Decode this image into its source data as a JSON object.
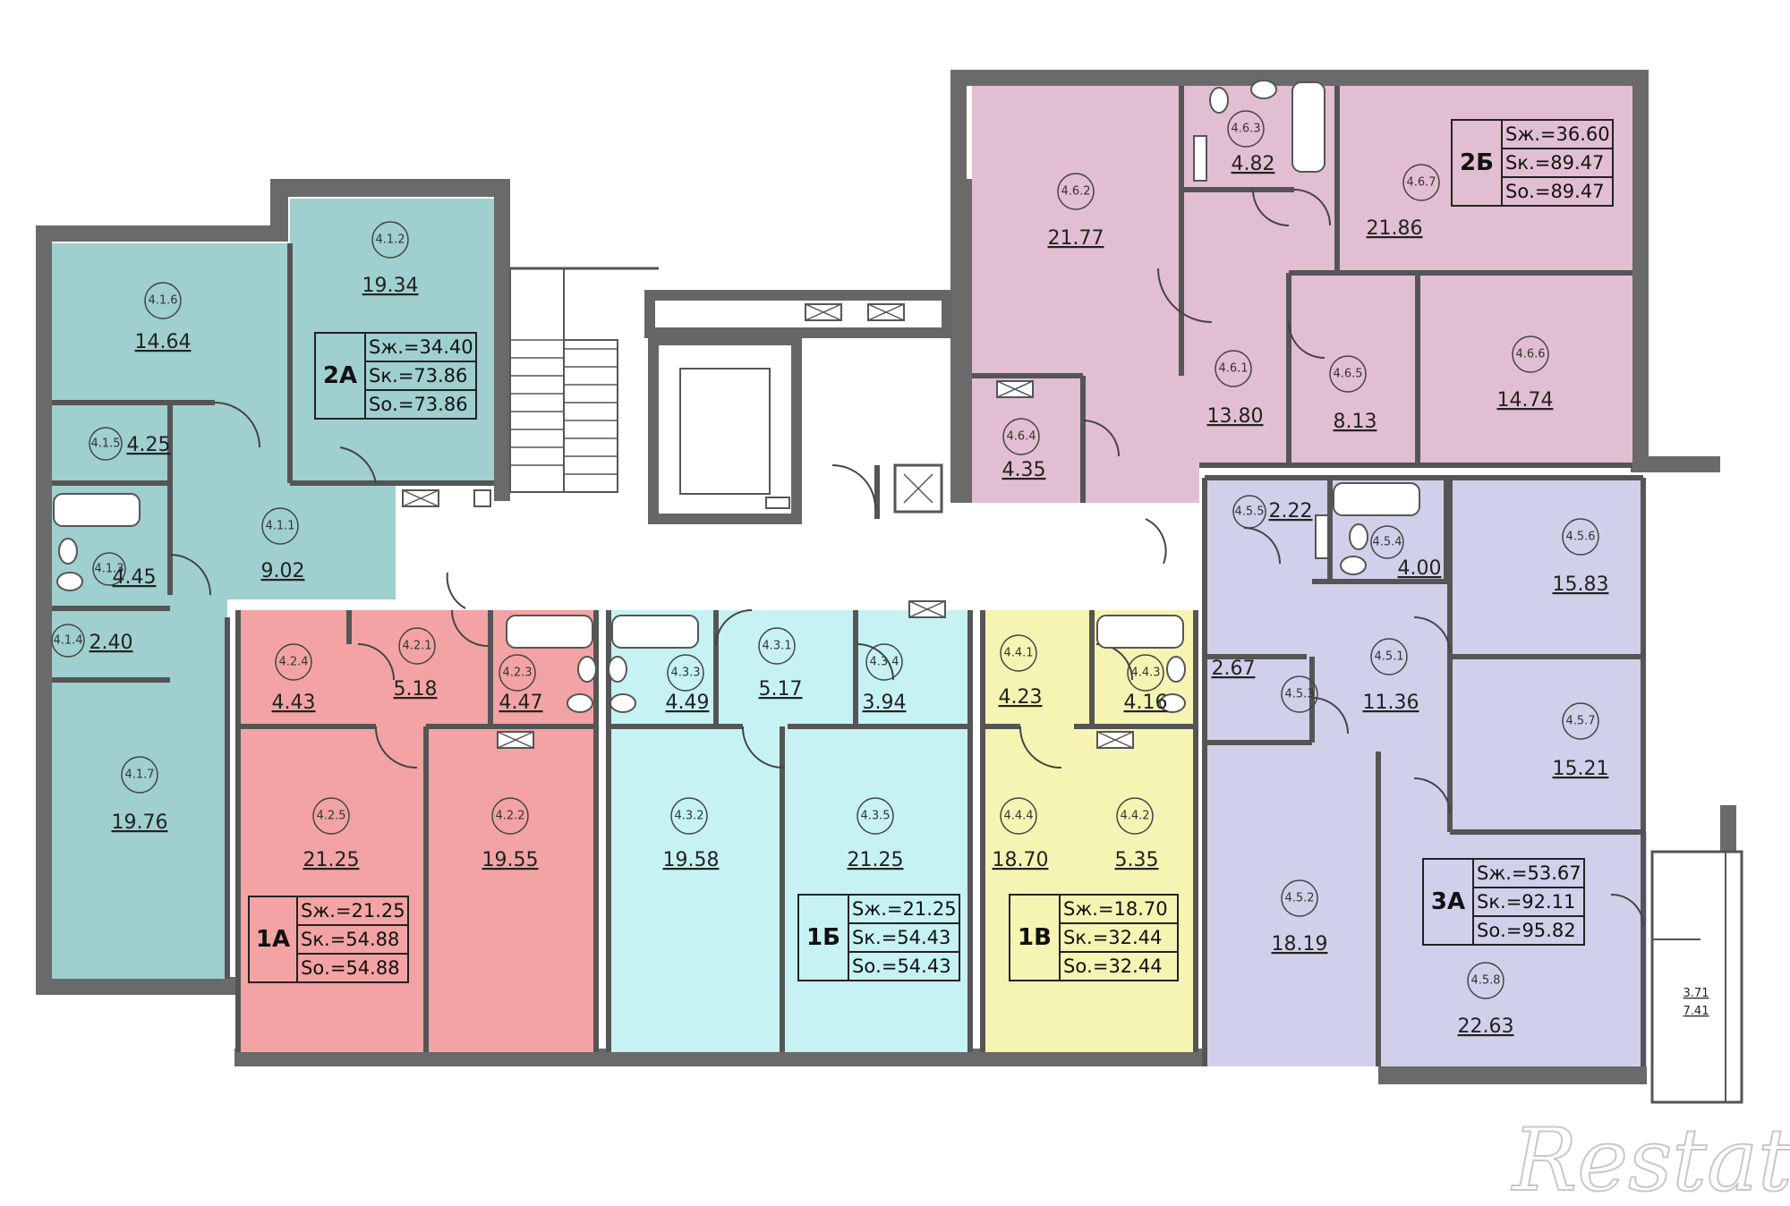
{
  "colors": {
    "apt_2A": "#9fcfcf",
    "apt_2B": "#e2bed3",
    "apt_1A": "#f3a3a3",
    "apt_1B": "#c6f2f4",
    "apt_1V": "#f6f4b2",
    "apt_3A": "#d1d0ea",
    "wall": "#555555"
  },
  "apartments": {
    "a2A": {
      "code": "2А",
      "sz": "Sж.=34.40",
      "sk": "Sк.=73.86",
      "so": "Sо.=73.86"
    },
    "a2B": {
      "code": "2Б",
      "sz": "Sж.=36.60",
      "sk": "Sк.=89.47",
      "so": "Sо.=89.47"
    },
    "a1A": {
      "code": "1А",
      "sz": "Sж.=21.25",
      "sk": "Sк.=54.88",
      "so": "Sо.=54.88"
    },
    "a1B": {
      "code": "1Б",
      "sz": "Sж.=21.25",
      "sk": "Sк.=54.43",
      "so": "Sо.=54.43"
    },
    "a1V": {
      "code": "1В",
      "sz": "Sж.=18.70",
      "sk": "Sк.=32.44",
      "so": "Sо.=32.44"
    },
    "a3A": {
      "code": "3А",
      "sz": "Sж.=53.67",
      "sk": "Sк.=92.11",
      "so": "Sо.=95.82"
    }
  },
  "rooms": {
    "r416": {
      "id": "4.1.6",
      "area": "14.64"
    },
    "r412": {
      "id": "4.1.2",
      "area": "19.34"
    },
    "r415": {
      "id": "4.1.5",
      "area": "4.25"
    },
    "r411": {
      "id": "4.1.1",
      "area": "9.02"
    },
    "r413": {
      "id": "4.1.3",
      "area": "4.45"
    },
    "r414": {
      "id": "4.1.4",
      "area": "2.40"
    },
    "r417": {
      "id": "4.1.7",
      "area": "19.76"
    },
    "r424": {
      "id": "4.2.4",
      "area": "4.43"
    },
    "r421": {
      "id": "4.2.1",
      "area": "5.18"
    },
    "r423": {
      "id": "4.2.3",
      "area": "4.47"
    },
    "r425": {
      "id": "4.2.5",
      "area": "21.25"
    },
    "r422": {
      "id": "4.2.2",
      "area": "19.55"
    },
    "r433": {
      "id": "4.3.3",
      "area": "4.49"
    },
    "r431": {
      "id": "4.3.1",
      "area": "5.17"
    },
    "r434": {
      "id": "4.3.4",
      "area": "3.94"
    },
    "r432": {
      "id": "4.3.2",
      "area": "19.58"
    },
    "r435": {
      "id": "4.3.5",
      "area": "21.25"
    },
    "r441": {
      "id": "4.4.1",
      "area": "4.23"
    },
    "r443": {
      "id": "4.4.3",
      "area": "4.16"
    },
    "r444": {
      "id": "4.4.4",
      "area": "18.70"
    },
    "r442": {
      "id": "4.4.2",
      "area": "5.35"
    },
    "r462": {
      "id": "4.6.2",
      "area": "21.77"
    },
    "r463": {
      "id": "4.6.3",
      "area": "4.82"
    },
    "r467": {
      "id": "4.6.7",
      "area": "21.86"
    },
    "r464": {
      "id": "4.6.4",
      "area": "4.35"
    },
    "r461": {
      "id": "4.6.1",
      "area": "13.80"
    },
    "r465": {
      "id": "4.6.5",
      "area": "8.13"
    },
    "r466": {
      "id": "4.6.6",
      "area": "14.74"
    },
    "r455": {
      "id": "4.5.5",
      "area": "2.22"
    },
    "r454": {
      "id": "4.5.4",
      "area": "4.00"
    },
    "r456": {
      "id": "4.5.6",
      "area": "15.83"
    },
    "r453": {
      "id": "4.5.3",
      "area": "2.67"
    },
    "r451": {
      "id": "4.5.1",
      "area": "11.36"
    },
    "r457": {
      "id": "4.5.7",
      "area": "15.21"
    },
    "r452": {
      "id": "4.5.2",
      "area": "18.19"
    },
    "r458": {
      "id": "4.5.8",
      "area": "22.63"
    }
  },
  "balcony": {
    "top": "3.71",
    "bottom": "7.41"
  },
  "watermark": "Restate"
}
